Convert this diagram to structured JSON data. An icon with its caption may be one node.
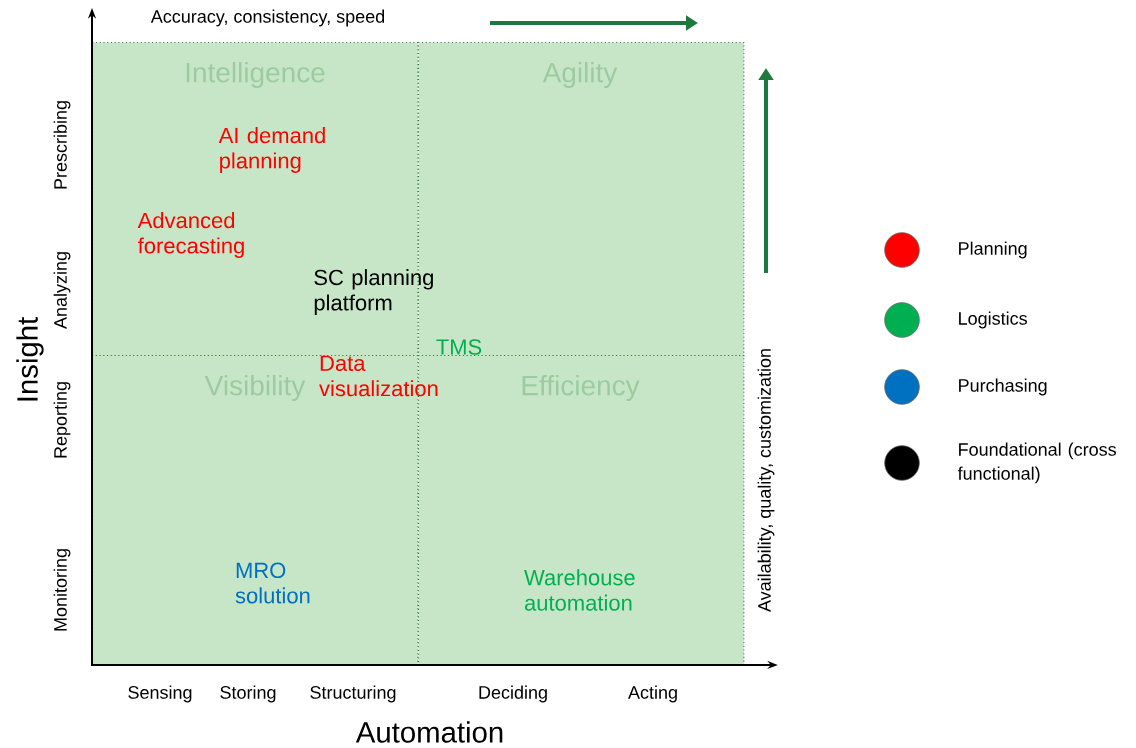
{
  "diagram": {
    "nodes": [
      {
        "text": [
          "Intelligence"
        ]
      },
      {
        "text": [
          "Agility"
        ]
      },
      {
        "text": [
          "Visibility"
        ]
      },
      {
        "text": [
          "Efficiency"
        ]
      }
    ],
    "labels": [
      "Accuracy, consistency, speed",
      "AI demand planning",
      "Advanced forecasting",
      "SC planning platform",
      "TMS",
      "Data visualization",
      "MRO solution",
      "Warehouse automation",
      "Availability, quality, customization",
      "Prescribing",
      "Analyzing",
      "Reporting",
      "Monitoring",
      "Insight",
      "Sensing",
      "Storing",
      "Structuring",
      "Deciding",
      "Acting",
      "Automation"
    ],
    "legend": [
      {
        "text": "Planning",
        "color": "#ff0000"
      },
      {
        "text": "Logistics",
        "color": "#00b050"
      },
      {
        "text": "Purchasing",
        "color": "#0070c0"
      },
      {
        "text": "Foundational (cross functional)",
        "color": "#000000"
      }
    ]
  }
}
